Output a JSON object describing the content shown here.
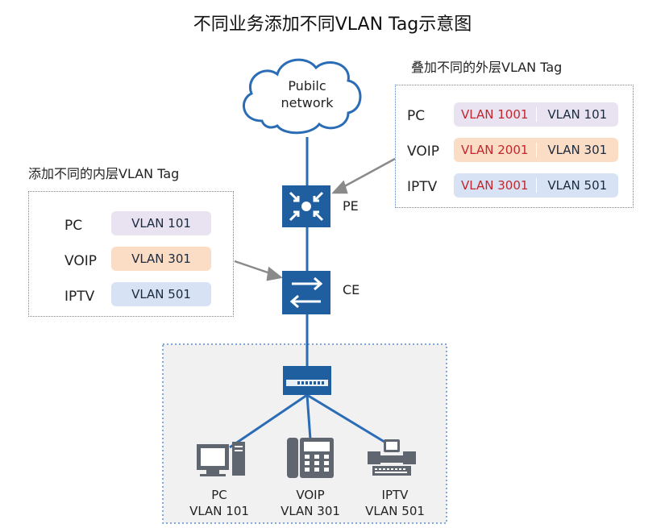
{
  "title": "不同业务添加不同VLAN Tag示意图",
  "cloud": {
    "line1": "Pubilc",
    "line2": "network"
  },
  "devices": {
    "pe": "PE",
    "ce": "CE"
  },
  "inner_box": {
    "caption": "添加不同的内层VLAN Tag",
    "rows": [
      {
        "label": "PC",
        "tag": "VLAN 101",
        "color": "#e9e3f1"
      },
      {
        "label": "VOIP",
        "tag": "VLAN 301",
        "color": "#fbdcc4"
      },
      {
        "label": "IPTV",
        "tag": "VLAN 501",
        "color": "#d7e3f5"
      }
    ]
  },
  "outer_box": {
    "caption": "叠加不同的外层VLAN Tag",
    "rows": [
      {
        "label": "PC",
        "outer": "VLAN 1001",
        "inner": "VLAN 101",
        "color": "#e9e3f1"
      },
      {
        "label": "VOIP",
        "outer": "VLAN 2001",
        "inner": "VLAN 301",
        "color": "#fbdcc4"
      },
      {
        "label": "IPTV",
        "outer": "VLAN 3001",
        "inner": "VLAN 501",
        "color": "#d7e3f5"
      }
    ]
  },
  "hosts": [
    {
      "name": "PC",
      "vlan": "VLAN 101",
      "icon": "pc-icon"
    },
    {
      "name": "VOIP",
      "vlan": "VLAN 301",
      "icon": "ip-phone-icon"
    },
    {
      "name": "IPTV",
      "vlan": "VLAN 501",
      "icon": "iptv-icon"
    }
  ],
  "colors": {
    "device": "#1f5fa0",
    "link": "#2a6cb5",
    "arrow": "#8a8a8a",
    "box_border": "#5b8ed0"
  }
}
